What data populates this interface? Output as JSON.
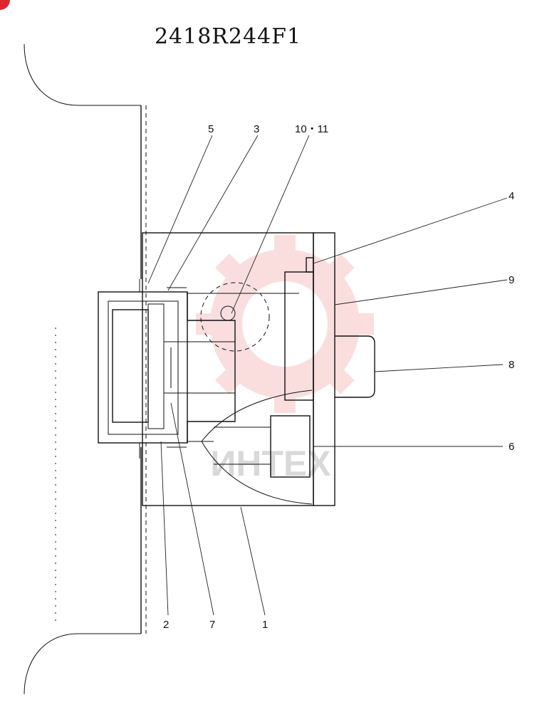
{
  "title": "2418R244F1",
  "callouts": [
    {
      "id": "c5",
      "label": "5"
    },
    {
      "id": "c3",
      "label": "3"
    },
    {
      "id": "c10",
      "label": "10・11"
    },
    {
      "id": "c4",
      "label": "4"
    },
    {
      "id": "c9",
      "label": "9"
    },
    {
      "id": "c8",
      "label": "8"
    },
    {
      "id": "c6",
      "label": "6"
    },
    {
      "id": "c2",
      "label": "2"
    },
    {
      "id": "c7",
      "label": "7"
    },
    {
      "id": "c1",
      "label": "1"
    }
  ],
  "watermark": {
    "text": "ИНТЕХ",
    "color": "#f08a8a"
  },
  "colors": {
    "ink": "#111111",
    "accent": "#e0242f"
  }
}
